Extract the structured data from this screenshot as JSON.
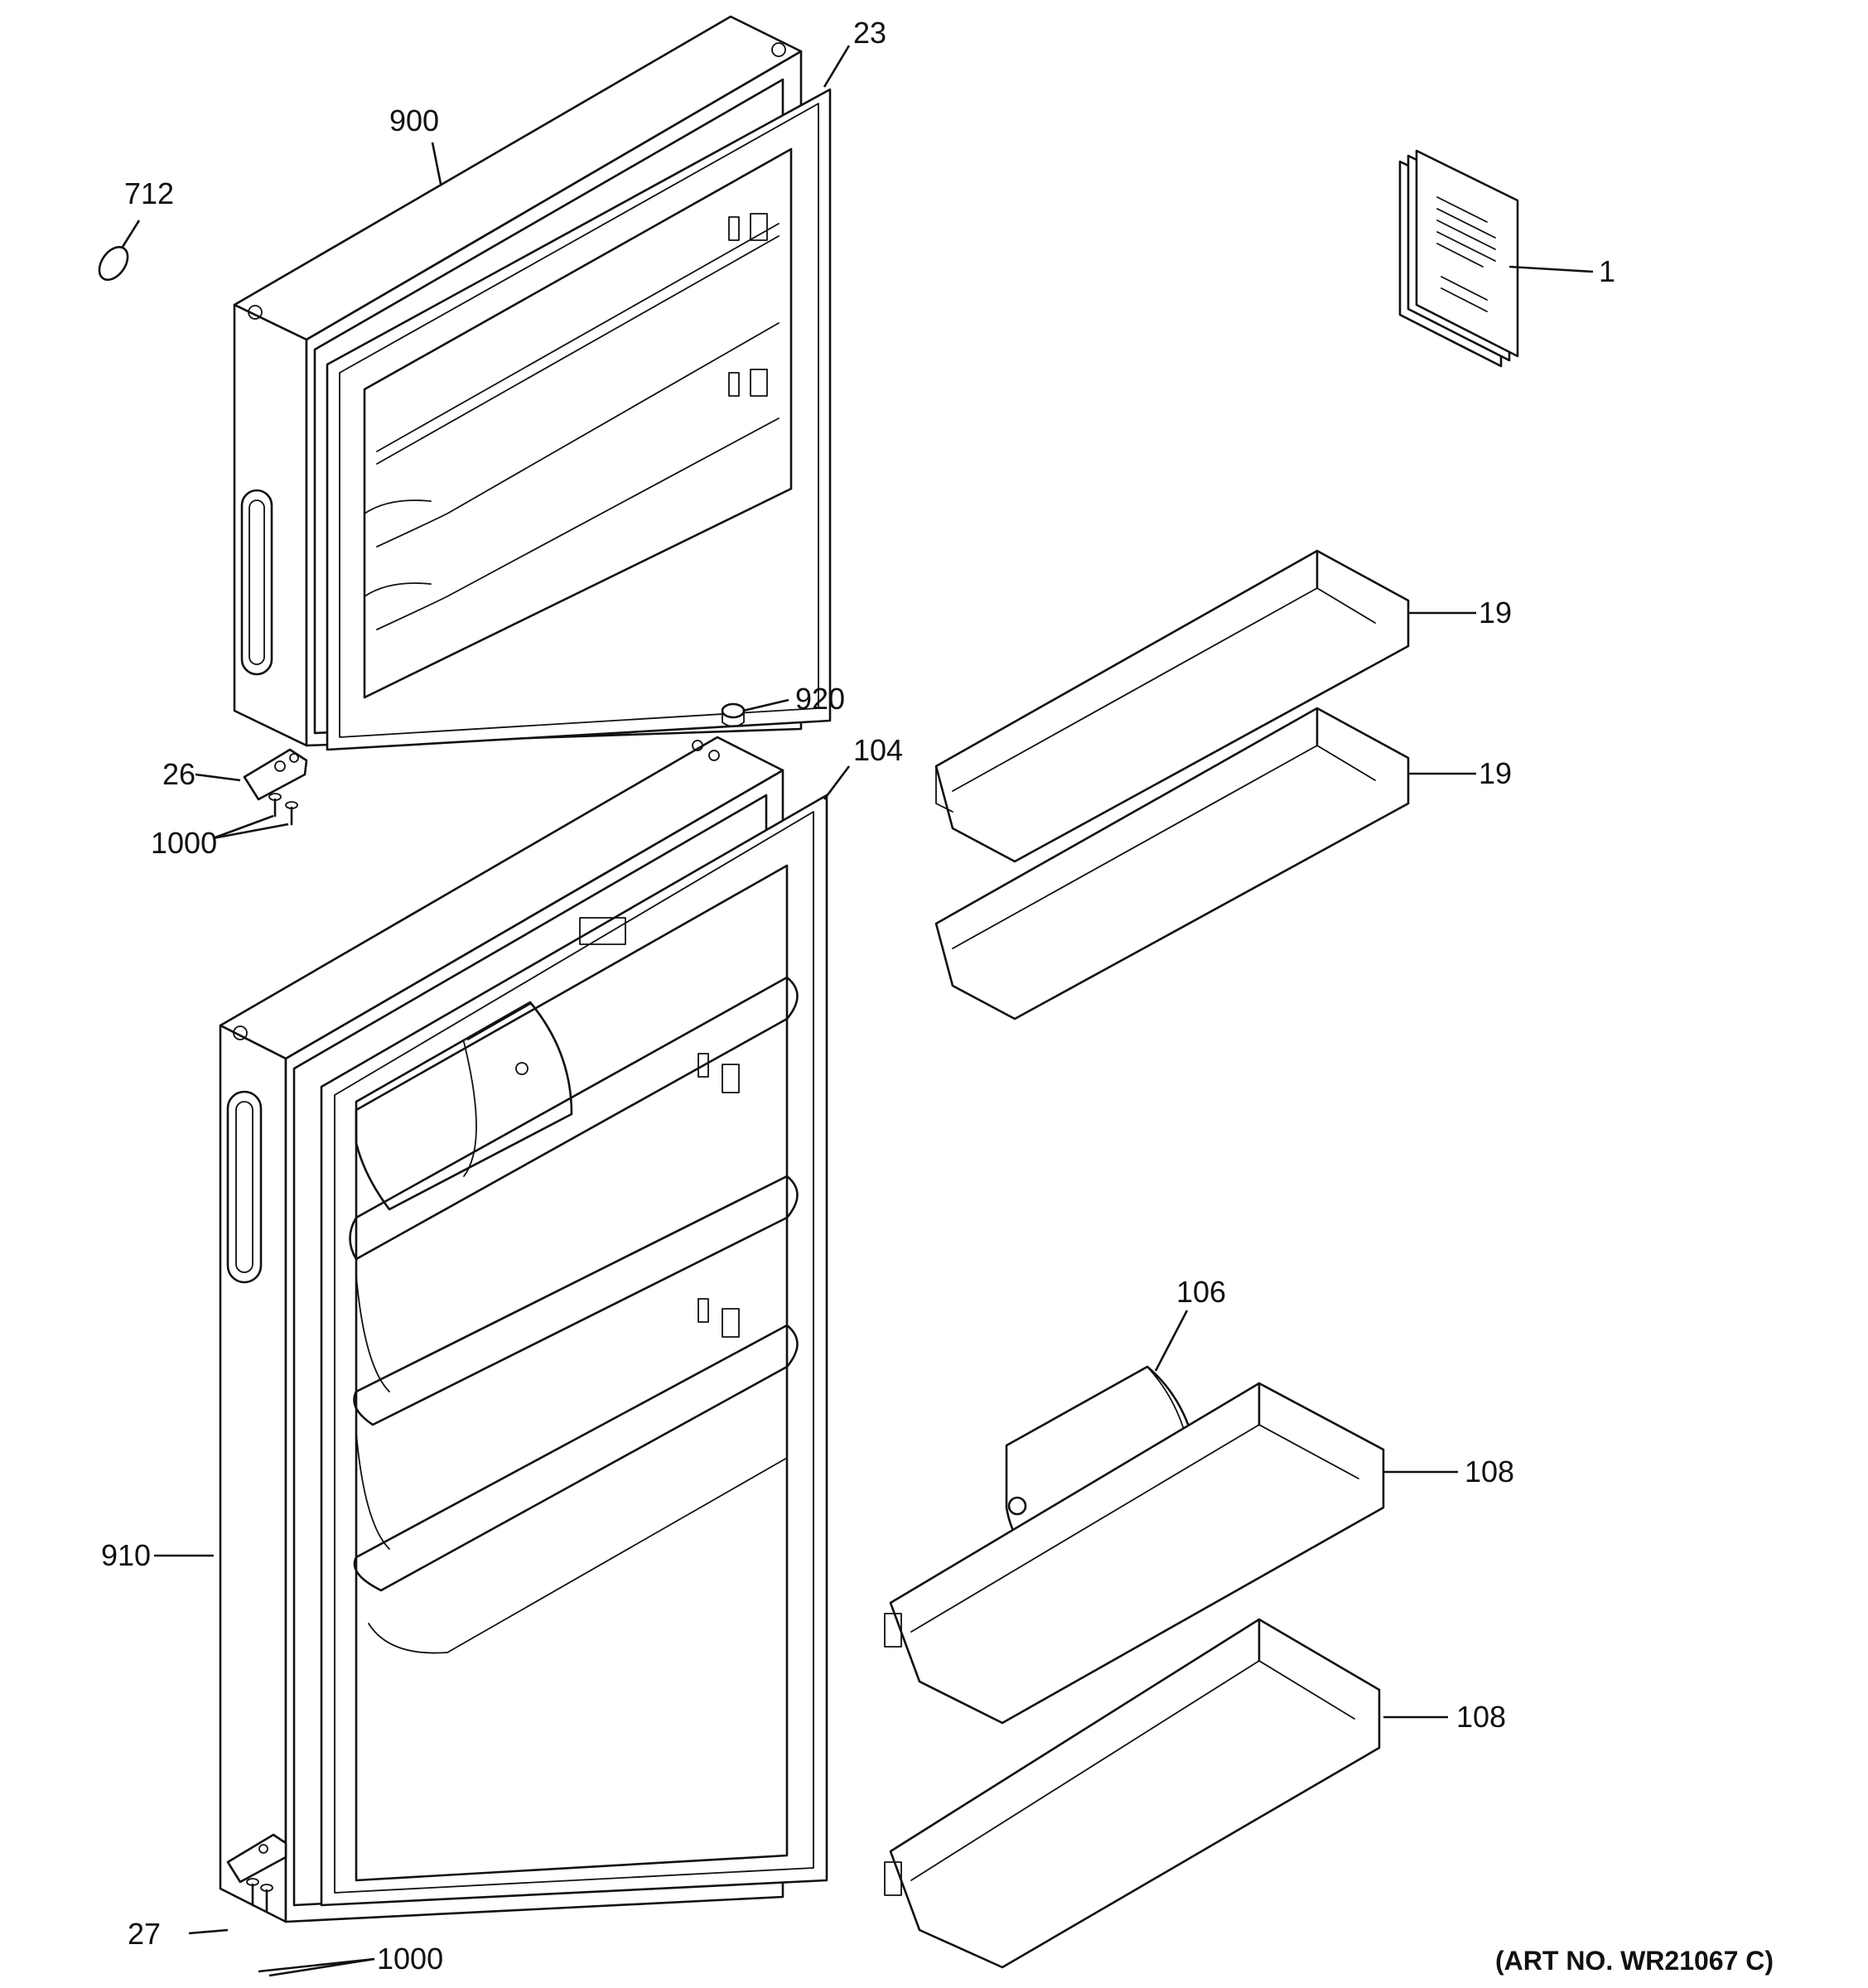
{
  "callouts": {
    "c1": "1",
    "c19a": "19",
    "c19b": "19",
    "c23": "23",
    "c26": "26",
    "c27": "27",
    "c104": "104",
    "c106": "106",
    "c108a": "108",
    "c108b": "108",
    "c712": "712",
    "c900": "900",
    "c910": "910",
    "c920": "920",
    "c1000a": "1000",
    "c1000b": "1000"
  },
  "art_number": "(ART NO. WR21067 C)"
}
